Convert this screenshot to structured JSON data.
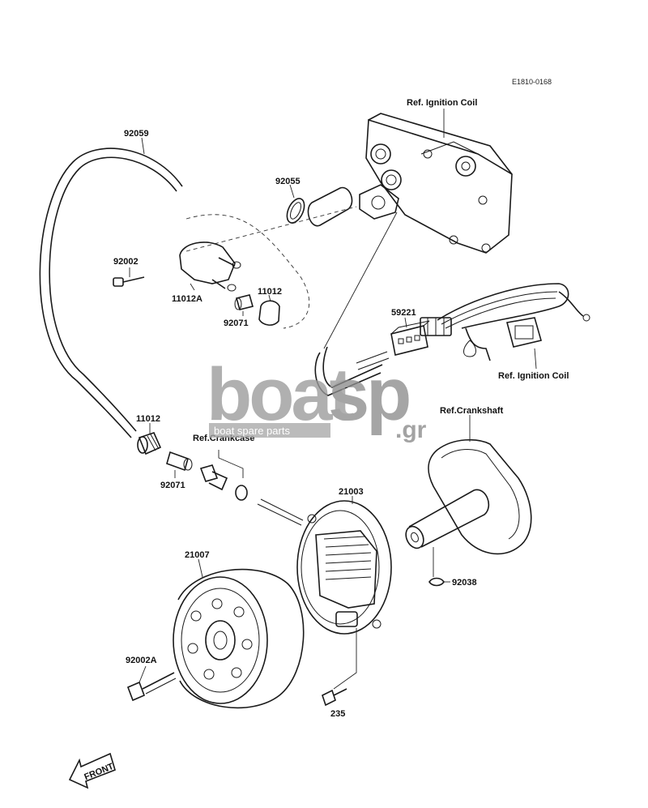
{
  "diagram_code": "E1810-0168",
  "references": {
    "ignition_coil_top": "Ref. Ignition Coil",
    "ignition_coil_right": "Ref. Ignition Coil",
    "crankshaft": "Ref.Crankshaft",
    "crankcase": "Ref.Crankcase"
  },
  "parts": {
    "p92059": "92059",
    "p92055": "92055",
    "p92002": "92002",
    "p11012A": "11012A",
    "p11012_upper": "11012",
    "p92071_upper": "92071",
    "p59221": "59221",
    "p11012_lower": "11012",
    "p92071_lower": "92071",
    "p21003": "21003",
    "p21007": "21007",
    "p92038": "92038",
    "p92002A": "92002A",
    "p235": "235"
  },
  "front_arrow": "FRONT",
  "watermark": {
    "brand_left": "boat",
    "brand_right": "sp",
    "suffix": ".gr",
    "tagline": "boat spare parts"
  }
}
